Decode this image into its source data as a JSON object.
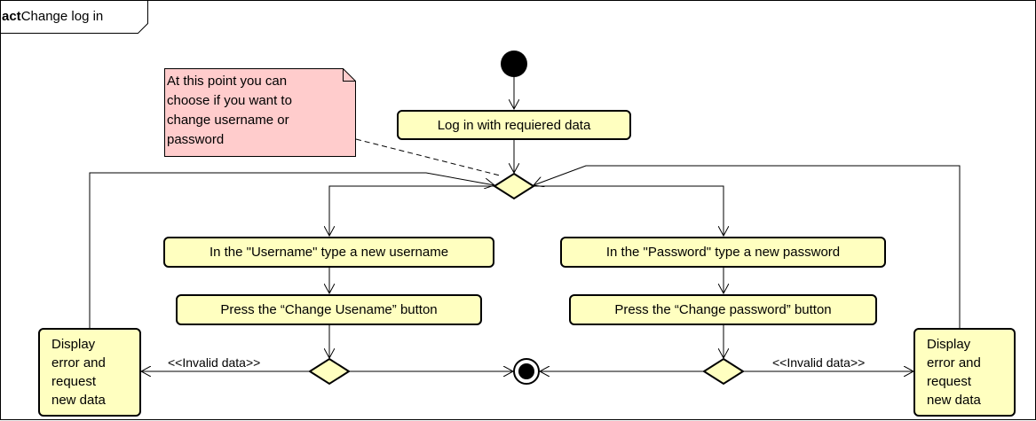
{
  "frame": {
    "keyword": "act",
    "title": "Change log in"
  },
  "note": {
    "text": "At this point you can\nchoose if you want to\nchange username or\npassword"
  },
  "actions": {
    "login": "Log in with requiered data",
    "type_username": "In the \"Username\" type a new username",
    "type_password": "In the \"Password\" type a new password",
    "press_username": "Press the “Change Usename” button",
    "press_password": "Press the “Change password” button",
    "error_left": "Display\nerror and\nrequest\nnew data",
    "error_right": "Display\nerror and\nrequest\nnew data"
  },
  "guards": {
    "left": "<<Invalid data>>",
    "right": "<<Invalid data>>"
  },
  "colors": {
    "action_fill": "#ffffc0",
    "note_fill": "#ffcccc",
    "stroke": "#000000"
  }
}
